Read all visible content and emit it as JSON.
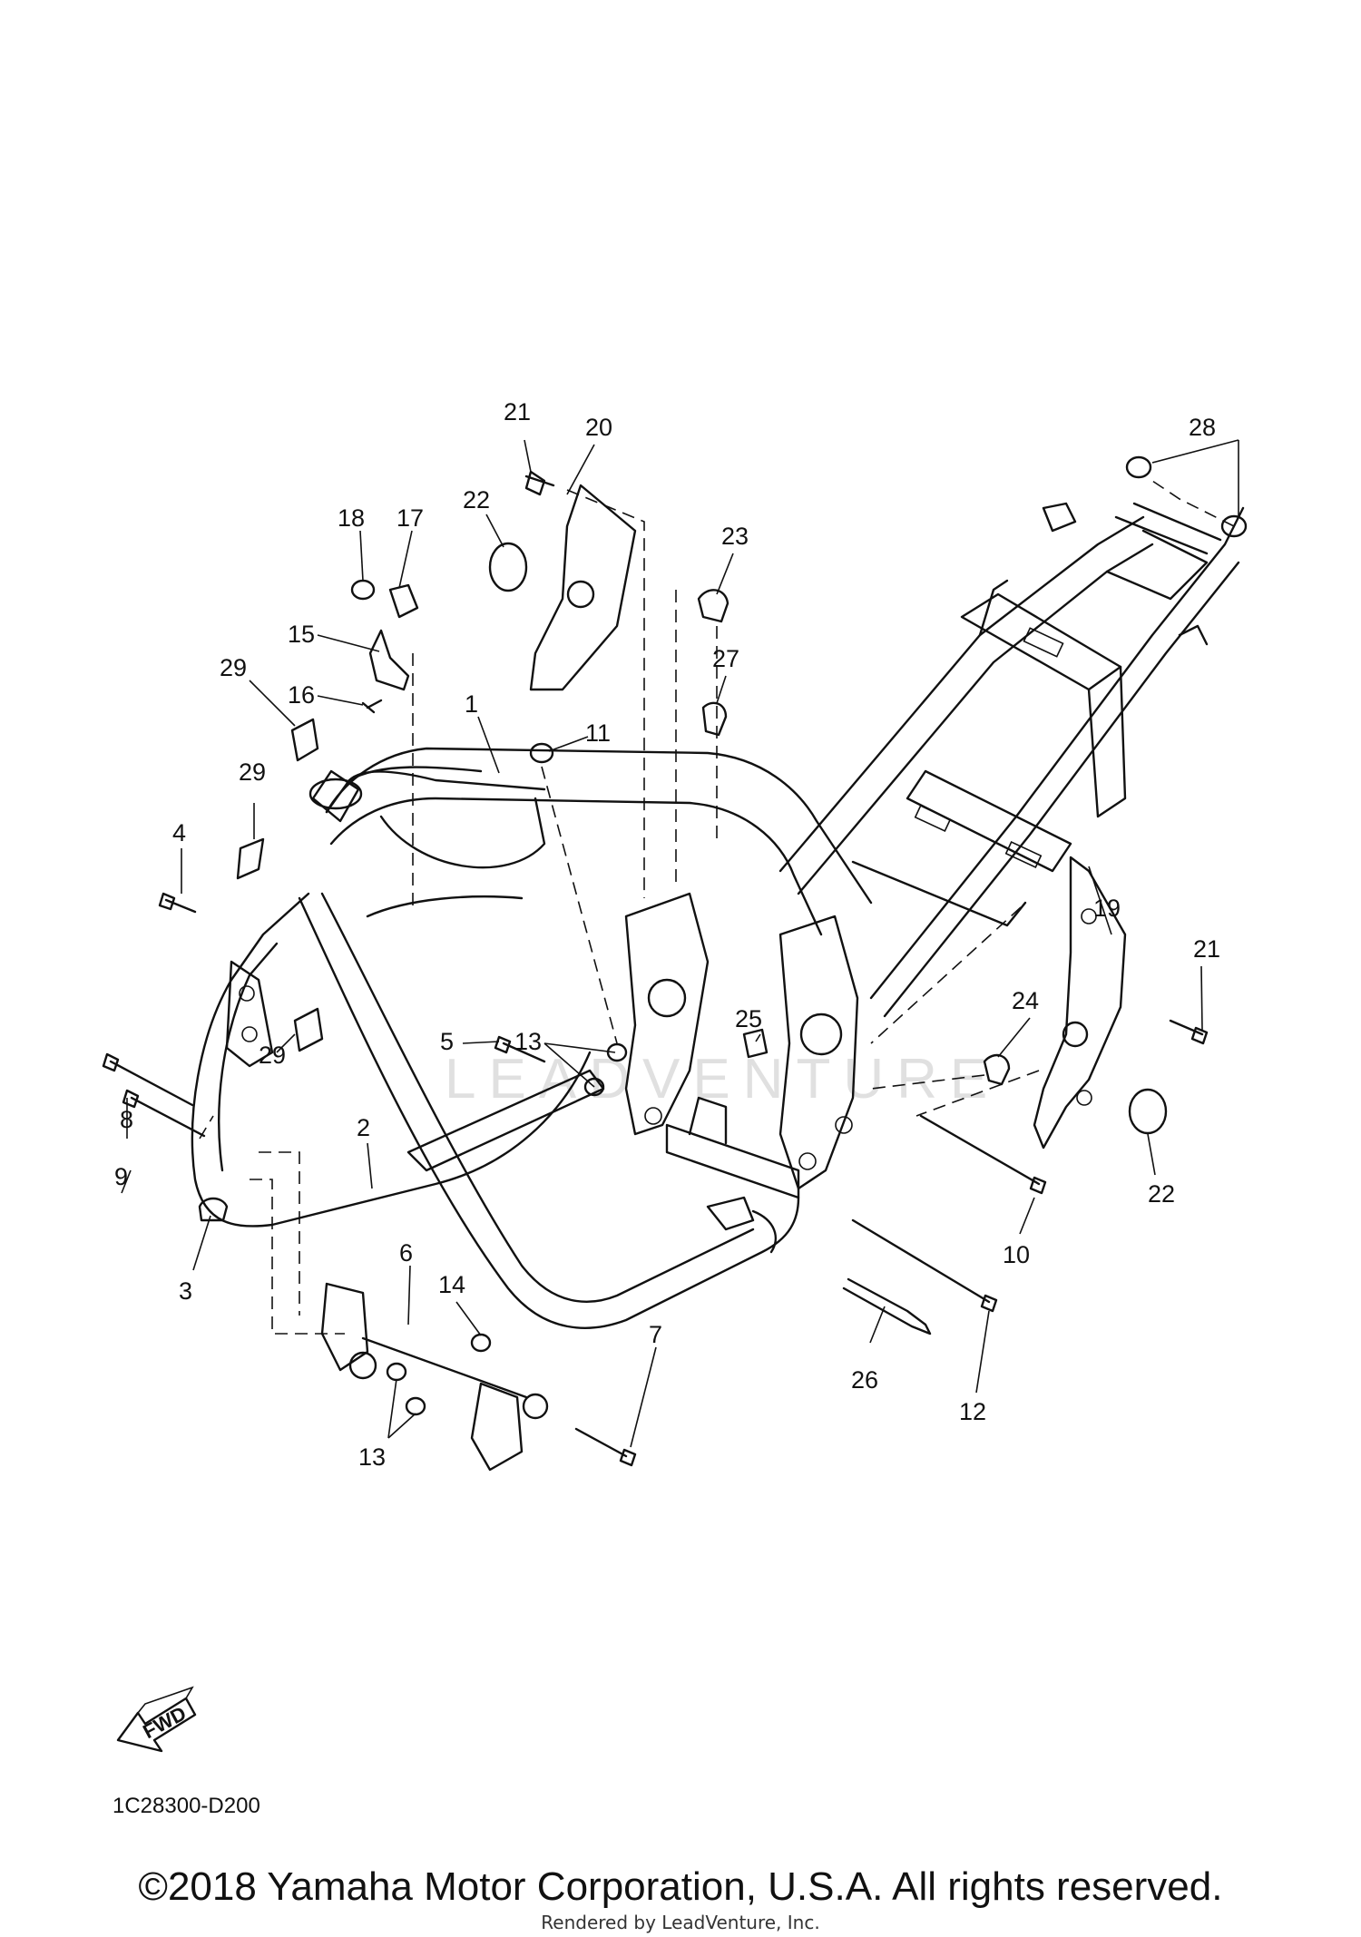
{
  "diagram": {
    "callouts": {
      "c1": "1",
      "c2": "2",
      "c3": "3",
      "c4": "4",
      "c5": "5",
      "c6": "6",
      "c7": "7",
      "c8": "8",
      "c9": "9",
      "c10": "10",
      "c11": "11",
      "c12": "12",
      "c13a": "13",
      "c13b": "13",
      "c14": "14",
      "c15": "15",
      "c16": "16",
      "c17": "17",
      "c18": "18",
      "c19": "19",
      "c20": "20",
      "c21a": "21",
      "c21b": "21",
      "c22a": "22",
      "c22b": "22",
      "c23": "23",
      "c24": "24",
      "c25": "25",
      "c26": "26",
      "c27": "27",
      "c28": "28",
      "c29a": "29",
      "c29b": "29",
      "c29c": "29"
    },
    "watermark": "LEADVENTURE",
    "fwd_label": "FWD",
    "drawing_code": "1C28300-D200"
  },
  "footer": {
    "copyright": "©2018 Yamaha Motor Corporation, U.S.A. All rights reserved.",
    "rendered_by": "Rendered by LeadVenture, Inc."
  }
}
